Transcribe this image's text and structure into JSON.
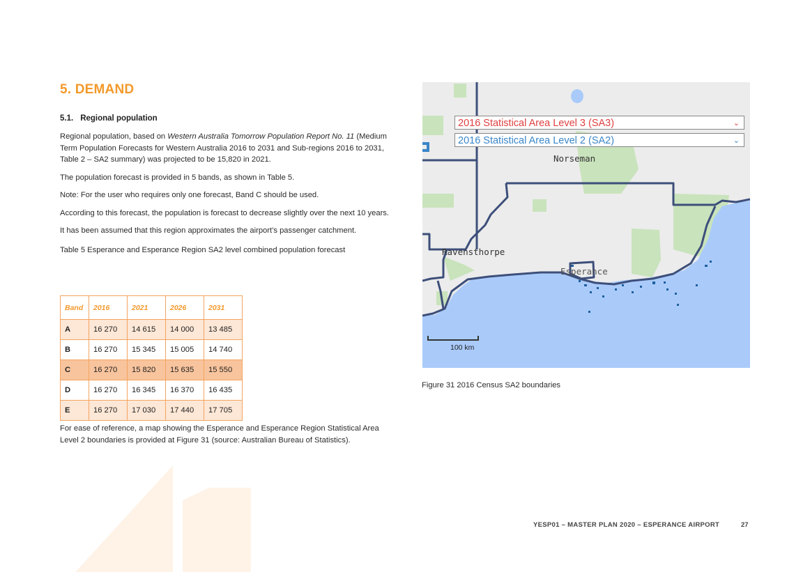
{
  "heading": "5. DEMAND",
  "subheading": {
    "number": "5.1.",
    "title": "Regional population"
  },
  "paragraphs": {
    "p1_pre": "Regional population, based on ",
    "p1_italic": "Western Australia Tomorrow Population Report No. 11",
    "p1_post": " (Medium Term Population Forecasts for Western Australia 2016 to 2031 and Sub-regions 2016 to 2031, Table 2 – SA2 summary) was projected to be 15,820 in 2021.",
    "p2": "The population forecast is provided in 5 bands, as shown in Table 5.",
    "p3": "Note: For the user who requires only one forecast, Band C should be used.",
    "p4": "According to this forecast, the population is forecast to decrease slightly over the next 10 years.",
    "p5": "It has been assumed that this region approximates the airport’s passenger catchment.",
    "table_caption": "Table 5 Esperance and Esperance Region SA2 level combined population forecast",
    "after_table": "For ease of reference, a map showing the Esperance and Esperance Region Statistical Area Level 2 boundaries is provided at Figure 31 (source: Australian Bureau of Statistics)."
  },
  "table": {
    "headers": [
      "Band",
      "2016",
      "2021",
      "2026",
      "2031"
    ],
    "rows": [
      [
        "A",
        "16 270",
        "14 615",
        "14 000",
        "13 485"
      ],
      [
        "B",
        "16 270",
        "15 345",
        "15 005",
        "14 740"
      ],
      [
        "C",
        "16 270",
        "15 820",
        "15 635",
        "15 550"
      ],
      [
        "D",
        "16 270",
        "16 345",
        "16 370",
        "16 435"
      ],
      [
        "E",
        "16 270",
        "17 030",
        "17 440",
        "17 705"
      ]
    ]
  },
  "map": {
    "dropdown_sa3": "2016 Statistical Area Level 3 (SA3)",
    "dropdown_sa2": "2016 Statistical Area Level 2 (SA2)",
    "label_norseman": "Norseman",
    "label_ravensthorpe": "Ravensthorpe",
    "label_esperance": "Esperance",
    "scale": "100 km",
    "colors": {
      "land": "#ececec",
      "park": "#c9e3bc",
      "sea": "#aacbfa",
      "boundary": "#3d4f7a"
    }
  },
  "figure_caption": "Figure 31 2016 Census SA2 boundaries",
  "footer": "YESP01 – MASTER PLAN 2020 – ESPERANCE AIRPORT",
  "page_number": "27"
}
